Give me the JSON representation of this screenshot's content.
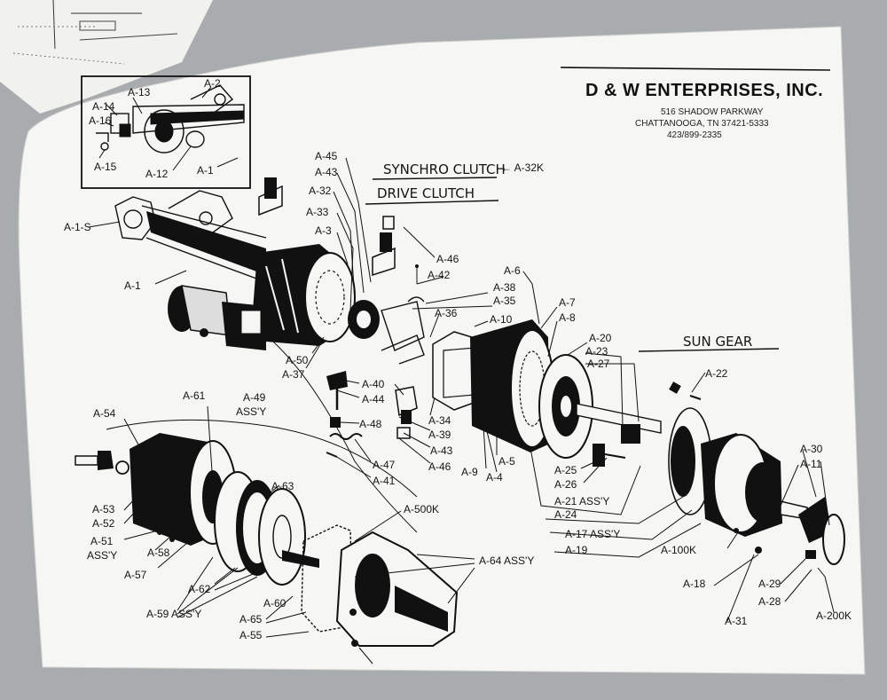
{
  "header": {
    "company": "D & W ENTERPRISES, INC.",
    "address": "516 SHADOW PARKWAY",
    "city": "CHATTANOOGA, TN 37421-5333",
    "phone": "423/899-2335"
  },
  "annotations": {
    "synchro_clutch": "SYNCHRO CLUTCH",
    "synchro_clutch_ref": "← A-32K",
    "drive_clutch": "DRIVE CLUTCH",
    "sun_gear": "SUN GEAR"
  },
  "labels": [
    {
      "id": "a14",
      "text": "A-14"
    },
    {
      "id": "a13",
      "text": "A-13"
    },
    {
      "id": "a2",
      "text": "A-2"
    },
    {
      "id": "a16",
      "text": "A-16"
    },
    {
      "id": "a15",
      "text": "A-15"
    },
    {
      "id": "a12",
      "text": "A-12"
    },
    {
      "id": "a1-inset",
      "text": "A-1"
    },
    {
      "id": "a45",
      "text": "A-45"
    },
    {
      "id": "a43a",
      "text": "A-43"
    },
    {
      "id": "a32",
      "text": "A-32"
    },
    {
      "id": "a33",
      "text": "A-33"
    },
    {
      "id": "a1s",
      "text": "A-1-S"
    },
    {
      "id": "a3",
      "text": "A-3"
    },
    {
      "id": "a46a",
      "text": "A-46"
    },
    {
      "id": "a42",
      "text": "A-42"
    },
    {
      "id": "a6",
      "text": "A-6"
    },
    {
      "id": "a38",
      "text": "A-38"
    },
    {
      "id": "a35",
      "text": "A-35"
    },
    {
      "id": "a1",
      "text": "A-1"
    },
    {
      "id": "a36",
      "text": "A-36"
    },
    {
      "id": "a10",
      "text": "A-10"
    },
    {
      "id": "a7",
      "text": "A-7"
    },
    {
      "id": "a8",
      "text": "A-8"
    },
    {
      "id": "a20",
      "text": "A-20"
    },
    {
      "id": "a23",
      "text": "A-23"
    },
    {
      "id": "a27",
      "text": "A-27"
    },
    {
      "id": "a22",
      "text": "A-22"
    },
    {
      "id": "a50",
      "text": "A-50"
    },
    {
      "id": "a37",
      "text": "A-37"
    },
    {
      "id": "a40",
      "text": "A-40"
    },
    {
      "id": "a44",
      "text": "A-44"
    },
    {
      "id": "a61",
      "text": "A-61"
    },
    {
      "id": "a49",
      "text": "A-49"
    },
    {
      "id": "a49assy",
      "text": "ASS'Y"
    },
    {
      "id": "a54",
      "text": "A-54"
    },
    {
      "id": "a48",
      "text": "A-48"
    },
    {
      "id": "a34",
      "text": "A-34"
    },
    {
      "id": "a39",
      "text": "A-39"
    },
    {
      "id": "a43b",
      "text": "A-43"
    },
    {
      "id": "a46b",
      "text": "A-46"
    },
    {
      "id": "a47",
      "text": "A-47"
    },
    {
      "id": "a41",
      "text": "A-41"
    },
    {
      "id": "a9",
      "text": "A-9"
    },
    {
      "id": "a4",
      "text": "A-4"
    },
    {
      "id": "a5",
      "text": "A-5"
    },
    {
      "id": "a25",
      "text": "A-25"
    },
    {
      "id": "a26",
      "text": "A-26"
    },
    {
      "id": "a21",
      "text": "A-21 ASS'Y"
    },
    {
      "id": "a24",
      "text": "A-24"
    },
    {
      "id": "a30",
      "text": "A-30"
    },
    {
      "id": "a11",
      "text": "A-11"
    },
    {
      "id": "a63",
      "text": "A-63"
    },
    {
      "id": "a53",
      "text": "A-53"
    },
    {
      "id": "a52",
      "text": "A-52"
    },
    {
      "id": "a51",
      "text": "A-51"
    },
    {
      "id": "a51assy",
      "text": "ASS'Y"
    },
    {
      "id": "a58",
      "text": "A-58"
    },
    {
      "id": "a500k",
      "text": "A-500K"
    },
    {
      "id": "a17",
      "text": "A-17 ASS'Y"
    },
    {
      "id": "a19",
      "text": "A-19"
    },
    {
      "id": "a100k",
      "text": "A-100K"
    },
    {
      "id": "a57",
      "text": "A-57"
    },
    {
      "id": "a64",
      "text": "A-64 ASS'Y"
    },
    {
      "id": "a18",
      "text": "A-18"
    },
    {
      "id": "a62",
      "text": "A-62"
    },
    {
      "id": "a29",
      "text": "A-29"
    },
    {
      "id": "a59",
      "text": "A-59 ASS'Y"
    },
    {
      "id": "a60",
      "text": "A-60"
    },
    {
      "id": "a28",
      "text": "A-28"
    },
    {
      "id": "a65",
      "text": "A-65"
    },
    {
      "id": "a200k",
      "text": "A-200K"
    },
    {
      "id": "a31",
      "text": "A-31"
    },
    {
      "id": "a55",
      "text": "A-55"
    }
  ]
}
